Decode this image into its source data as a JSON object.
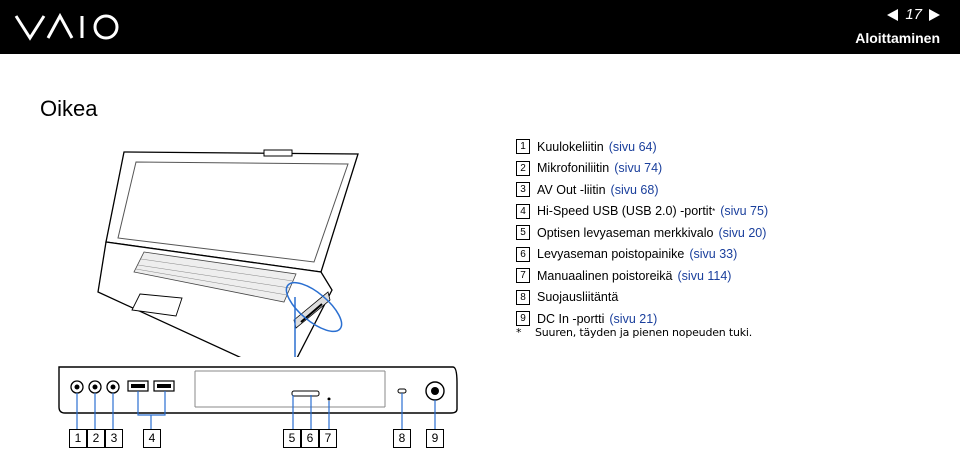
{
  "header": {
    "brand": "VAIO",
    "page_number": "17",
    "section": "Aloittaminen",
    "background": "#000000"
  },
  "title": "Oikea",
  "callouts": [
    {
      "num": "1",
      "text": "Kuulokeliitin",
      "ref": "(sivu 64)"
    },
    {
      "num": "2",
      "text": "Mikrofoniliitin",
      "ref": "(sivu 74)"
    },
    {
      "num": "3",
      "text": "AV Out -liitin",
      "ref": "(sivu 68)"
    },
    {
      "num": "4",
      "text": "Hi-Speed USB (USB 2.0) -portit",
      "sup": "*",
      "ref": "(sivu 75)"
    },
    {
      "num": "5",
      "text": "Optisen levyaseman merkkivalo",
      "ref": "(sivu 20)"
    },
    {
      "num": "6",
      "text": "Levyaseman poistopainike",
      "ref": "(sivu 33)"
    },
    {
      "num": "7",
      "text": "Manuaalinen poistoreikä",
      "ref": "(sivu 114)"
    },
    {
      "num": "8",
      "text": "Suojausliitäntä",
      "ref": ""
    },
    {
      "num": "9",
      "text": "DC In -portti",
      "ref": "(sivu 21)"
    }
  ],
  "footnote": {
    "mark": "*",
    "text": "Suuren, täyden ja pienen nopeuden tuki."
  },
  "figure_labels": [
    "1",
    "2",
    "3",
    "4",
    "5",
    "6",
    "7",
    "8",
    "9"
  ],
  "link_color": "#1a3f9c"
}
